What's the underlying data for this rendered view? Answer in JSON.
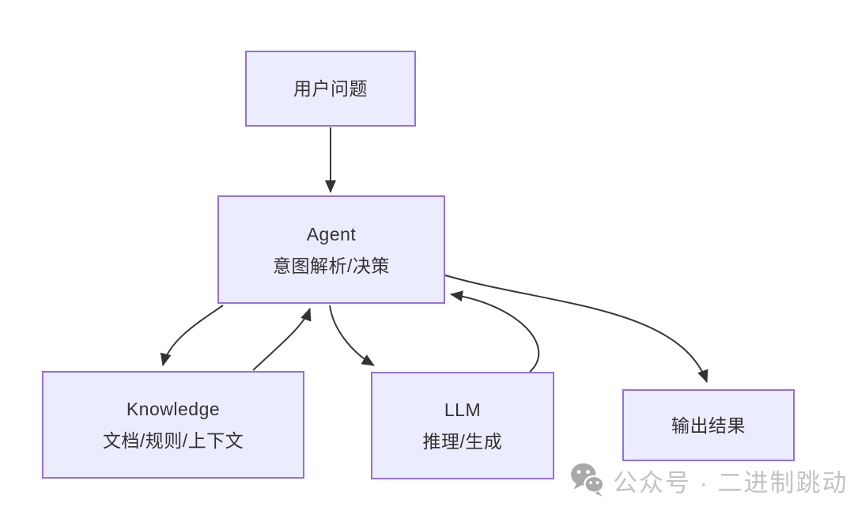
{
  "canvas": {
    "background": "#ffffff"
  },
  "diagram": {
    "type": "flowchart",
    "colors": {
      "node_fill": "#ECECFF",
      "node_border": "#9370DB",
      "arrow": "#383838",
      "text": "#333333"
    },
    "nodes": [
      {
        "id": "user-question",
        "line1": "用户问题",
        "line2": ""
      },
      {
        "id": "agent",
        "line1": "Agent",
        "line2": "意图解析/决策"
      },
      {
        "id": "knowledge",
        "line1": "Knowledge",
        "line2": "文档/规则/上下文"
      },
      {
        "id": "llm",
        "line1": "LLM",
        "line2": "推理/生成"
      },
      {
        "id": "output-result",
        "line1": "输出结果",
        "line2": ""
      }
    ],
    "edges": [
      {
        "from": "用户问题",
        "to": "Agent"
      },
      {
        "from": "Agent",
        "to": "Knowledge"
      },
      {
        "from": "Knowledge",
        "to": "Agent"
      },
      {
        "from": "Agent",
        "to": "LLM"
      },
      {
        "from": "LLM",
        "to": "Agent"
      },
      {
        "from": "Agent",
        "to": "输出结果"
      }
    ]
  },
  "watermark": {
    "icon": "wechat-icon",
    "text": "公众号 · 二进制跳动",
    "text_color": "#C3C3C3",
    "icon_color": "#A9A9A9"
  }
}
